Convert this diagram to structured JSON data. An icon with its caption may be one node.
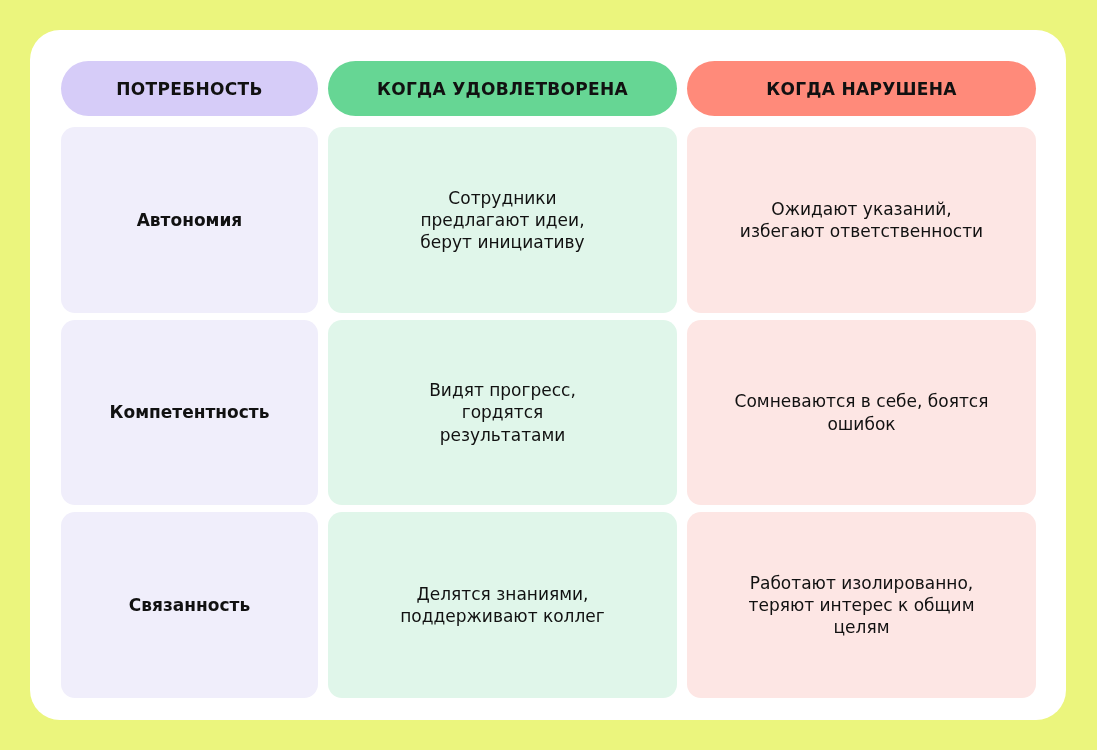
{
  "diagram": {
    "nodes": [
      {
        "text": [
          "ПОТРЕБНОСТЬ"
        ]
      },
      {
        "text": [
          "КОГДА УДОВЛЕТВОРЕНА"
        ]
      },
      {
        "text": [
          "КОГДА НАРУШЕНА"
        ]
      },
      {
        "text": [
          "Автономия"
        ]
      },
      {
        "text": [
          "Сотрудники предлагают идеи, берут инициативу"
        ]
      },
      {
        "text": [
          "Ожидают указаний, избегают ответственности"
        ]
      },
      {
        "text": [
          "Компетентность"
        ]
      },
      {
        "text": [
          "Видят прогресс, гордятся результатами"
        ]
      },
      {
        "text": [
          "Сомневаются в себе, боятся ошибок"
        ]
      },
      {
        "text": [
          "Связанность"
        ]
      },
      {
        "text": [
          "Делятся знаниями, поддерживают коллег"
        ]
      },
      {
        "text": [
          "Работают изолированно, теряют интерес к общим целям"
        ]
      }
    ]
  }
}
